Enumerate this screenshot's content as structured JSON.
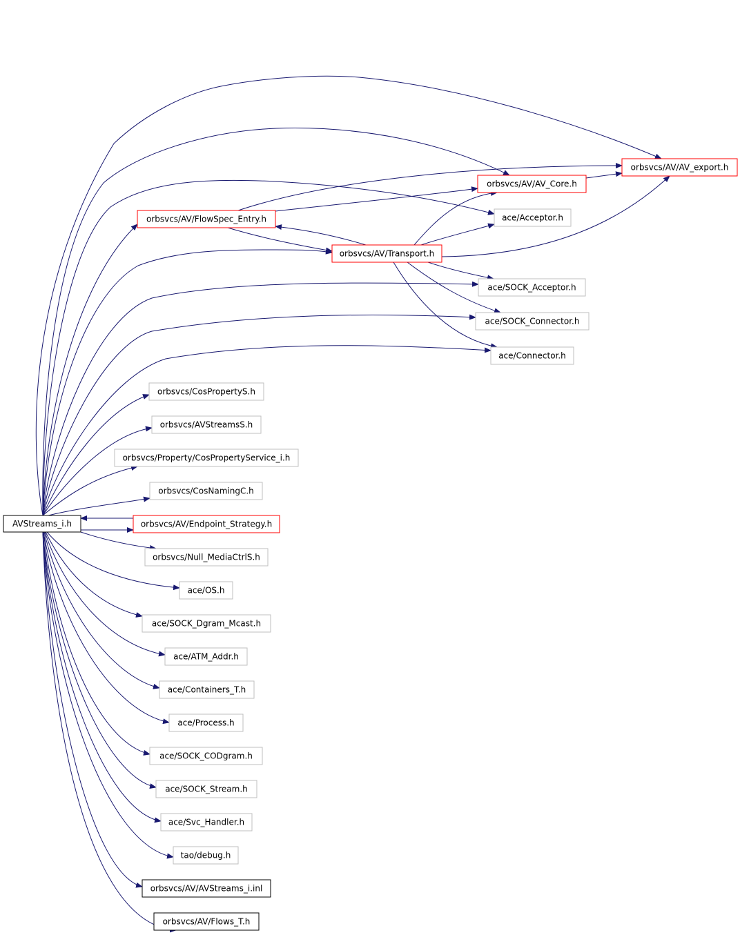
{
  "colors": {
    "edge": "#191970",
    "root_fill": "#bfbfbf",
    "root_border": "#000000",
    "border_normal": "#bfbfbf",
    "border_red": "#ff0000",
    "border_black": "#000000"
  },
  "nodes": [
    {
      "id": "root",
      "label": "AVStreams_i.h",
      "style": "root"
    },
    {
      "id": "av_export",
      "label": "orbsvcs/AV/AV_export.h",
      "style": "red"
    },
    {
      "id": "av_core",
      "label": "orbsvcs/AV/AV_Core.h",
      "style": "red"
    },
    {
      "id": "acceptor",
      "label": "ace/Acceptor.h",
      "style": "normal"
    },
    {
      "id": "flowspec",
      "label": "orbsvcs/AV/FlowSpec_Entry.h",
      "style": "red"
    },
    {
      "id": "transport",
      "label": "orbsvcs/AV/Transport.h",
      "style": "red"
    },
    {
      "id": "sock_acceptor",
      "label": "ace/SOCK_Acceptor.h",
      "style": "normal"
    },
    {
      "id": "sock_connector",
      "label": "ace/SOCK_Connector.h",
      "style": "normal"
    },
    {
      "id": "connector",
      "label": "ace/Connector.h",
      "style": "normal"
    },
    {
      "id": "cospropertys",
      "label": "orbsvcs/CosPropertyS.h",
      "style": "normal"
    },
    {
      "id": "avstreamss",
      "label": "orbsvcs/AVStreamsS.h",
      "style": "normal"
    },
    {
      "id": "cospropertyservice",
      "label": "orbsvcs/Property/CosPropertyService_i.h",
      "style": "normal"
    },
    {
      "id": "cosnamingc",
      "label": "orbsvcs/CosNamingC.h",
      "style": "normal"
    },
    {
      "id": "endpoint",
      "label": "orbsvcs/AV/Endpoint_Strategy.h",
      "style": "red"
    },
    {
      "id": "null_mediactrl",
      "label": "orbsvcs/Null_MediaCtrlS.h",
      "style": "normal"
    },
    {
      "id": "os",
      "label": "ace/OS.h",
      "style": "normal"
    },
    {
      "id": "dgram_mcast",
      "label": "ace/SOCK_Dgram_Mcast.h",
      "style": "normal"
    },
    {
      "id": "atm_addr",
      "label": "ace/ATM_Addr.h",
      "style": "normal"
    },
    {
      "id": "containers",
      "label": "ace/Containers_T.h",
      "style": "normal"
    },
    {
      "id": "process",
      "label": "ace/Process.h",
      "style": "normal"
    },
    {
      "id": "codgram",
      "label": "ace/SOCK_CODgram.h",
      "style": "normal"
    },
    {
      "id": "sock_stream",
      "label": "ace/SOCK_Stream.h",
      "style": "normal"
    },
    {
      "id": "svc_handler",
      "label": "ace/Svc_Handler.h",
      "style": "normal"
    },
    {
      "id": "debug",
      "label": "tao/debug.h",
      "style": "normal"
    },
    {
      "id": "avstreams_inl",
      "label": "orbsvcs/AV/AVStreams_i.inl",
      "style": "black"
    },
    {
      "id": "flows_t",
      "label": "orbsvcs/AV/Flows_T.h",
      "style": "black"
    }
  ],
  "edges": [
    {
      "from": "root",
      "to": "av_export"
    },
    {
      "from": "root",
      "to": "av_core"
    },
    {
      "from": "root",
      "to": "acceptor"
    },
    {
      "from": "root",
      "to": "flowspec"
    },
    {
      "from": "root",
      "to": "transport"
    },
    {
      "from": "root",
      "to": "sock_acceptor"
    },
    {
      "from": "root",
      "to": "sock_connector"
    },
    {
      "from": "root",
      "to": "connector"
    },
    {
      "from": "root",
      "to": "cospropertys"
    },
    {
      "from": "root",
      "to": "avstreamss"
    },
    {
      "from": "root",
      "to": "cospropertyservice"
    },
    {
      "from": "root",
      "to": "cosnamingc"
    },
    {
      "from": "root",
      "to": "endpoint"
    },
    {
      "from": "endpoint",
      "to": "root"
    },
    {
      "from": "root",
      "to": "null_mediactrl"
    },
    {
      "from": "root",
      "to": "os"
    },
    {
      "from": "root",
      "to": "dgram_mcast"
    },
    {
      "from": "root",
      "to": "atm_addr"
    },
    {
      "from": "root",
      "to": "containers"
    },
    {
      "from": "root",
      "to": "process"
    },
    {
      "from": "root",
      "to": "codgram"
    },
    {
      "from": "root",
      "to": "sock_stream"
    },
    {
      "from": "root",
      "to": "svc_handler"
    },
    {
      "from": "root",
      "to": "debug"
    },
    {
      "from": "root",
      "to": "avstreams_inl"
    },
    {
      "from": "root",
      "to": "flows_t"
    },
    {
      "from": "av_core",
      "to": "av_export"
    },
    {
      "from": "flowspec",
      "to": "av_export"
    },
    {
      "from": "flowspec",
      "to": "av_core"
    },
    {
      "from": "flowspec",
      "to": "transport"
    },
    {
      "from": "transport",
      "to": "flowspec"
    },
    {
      "from": "transport",
      "to": "av_export"
    },
    {
      "from": "transport",
      "to": "av_core"
    },
    {
      "from": "transport",
      "to": "acceptor"
    },
    {
      "from": "transport",
      "to": "sock_acceptor"
    },
    {
      "from": "transport",
      "to": "sock_connector"
    },
    {
      "from": "transport",
      "to": "connector"
    }
  ]
}
